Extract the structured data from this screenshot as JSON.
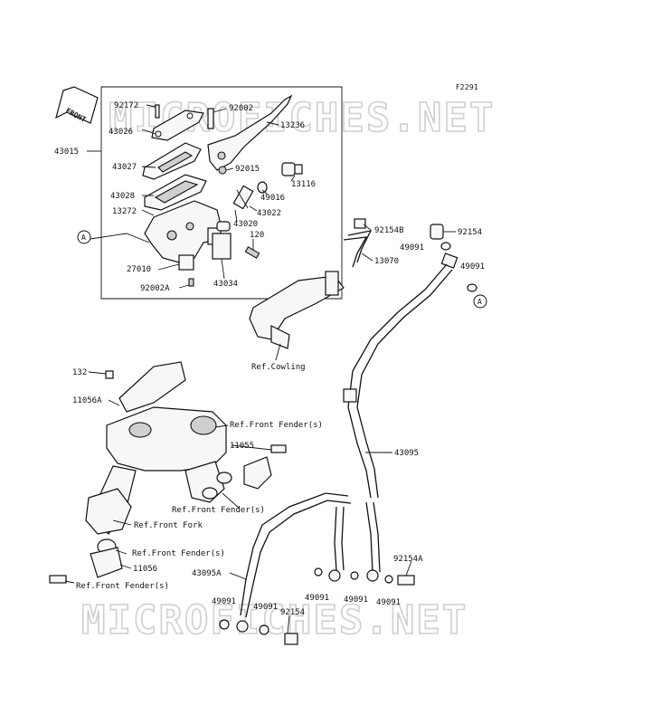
{
  "figure_code": "F2291",
  "watermark_text": "MICROFICHES.NET",
  "front_arrow_label": "FRONT",
  "ref_circle_letter": "A",
  "part_labels": {
    "p92172": "92172",
    "p92002": "92002",
    "p13236": "13236",
    "p43026": "43026",
    "p43015": "43015",
    "p43027": "43027",
    "p92015": "92015",
    "p13116": "13116",
    "p49016": "49016",
    "p43028": "43028",
    "p43022": "43022",
    "p13272": "13272",
    "p43020": "43020",
    "p120": "120",
    "p27010": "27010",
    "p92002A": "92002A",
    "p43034": "43034",
    "p92154B": "92154B",
    "p92154_top": "92154",
    "p49091_top1": "49091",
    "p49091_top2": "49091",
    "p13070": "13070",
    "p132": "132",
    "p11056A": "11056A",
    "p11055": "11055",
    "p43095": "43095",
    "p11056": "11056",
    "p43095A": "43095A",
    "p92154A": "92154A",
    "p49091_b1": "49091",
    "p49091_b2": "49091",
    "p49091_b3": "49091",
    "p49091_b4": "49091",
    "p49091_b5": "49091",
    "p92154_bottom": "92154"
  },
  "ref_labels": {
    "cowling": "Ref.Cowling",
    "front_fender_1": "Ref.Front Fender(s)",
    "front_fender_2": "Ref.Front Fender(s)",
    "front_fork": "Ref.Front Fork",
    "front_fender_3": "Ref.Front Fender(s)",
    "front_fender_4": "Ref.Front Fender(s)"
  }
}
